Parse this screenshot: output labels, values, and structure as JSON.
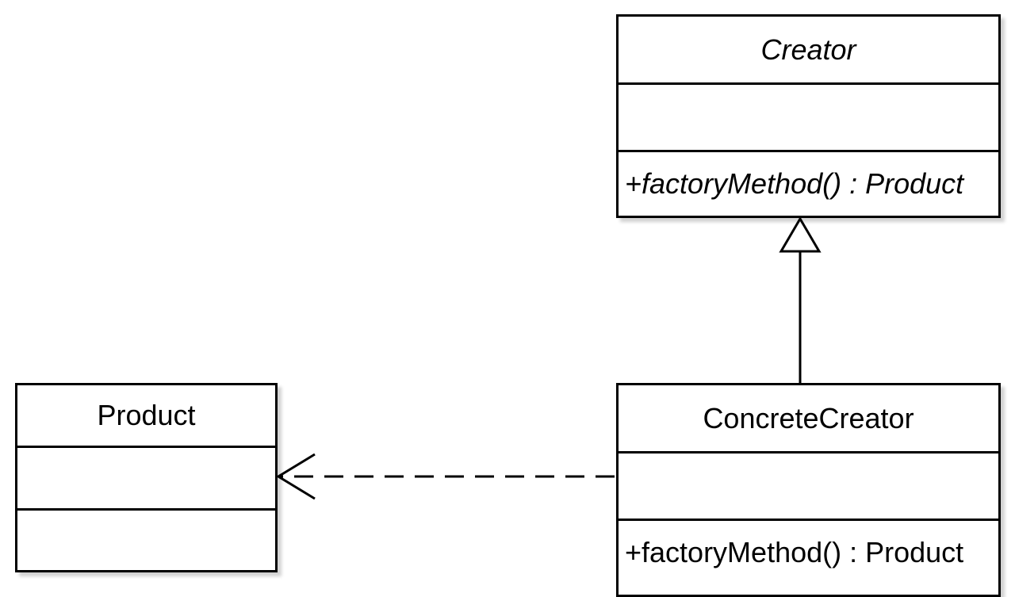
{
  "diagram": {
    "classes": [
      {
        "id": "creator",
        "name": "Creator",
        "abstract": true,
        "attributes": "",
        "operations": "+factoryMethod() : Product"
      },
      {
        "id": "concrete_creator",
        "name": "ConcreteCreator",
        "abstract": false,
        "attributes": "",
        "operations": "+factoryMethod() : Product"
      },
      {
        "id": "product",
        "name": "Product",
        "abstract": false,
        "attributes": "",
        "operations": ""
      }
    ],
    "relationships": [
      {
        "type": "generalization",
        "from": "ConcreteCreator",
        "to": "Creator"
      },
      {
        "type": "dependency",
        "from": "ConcreteCreator",
        "to": "Product"
      }
    ]
  },
  "colors": {
    "stroke": "#000000",
    "background": "#ffffff"
  }
}
